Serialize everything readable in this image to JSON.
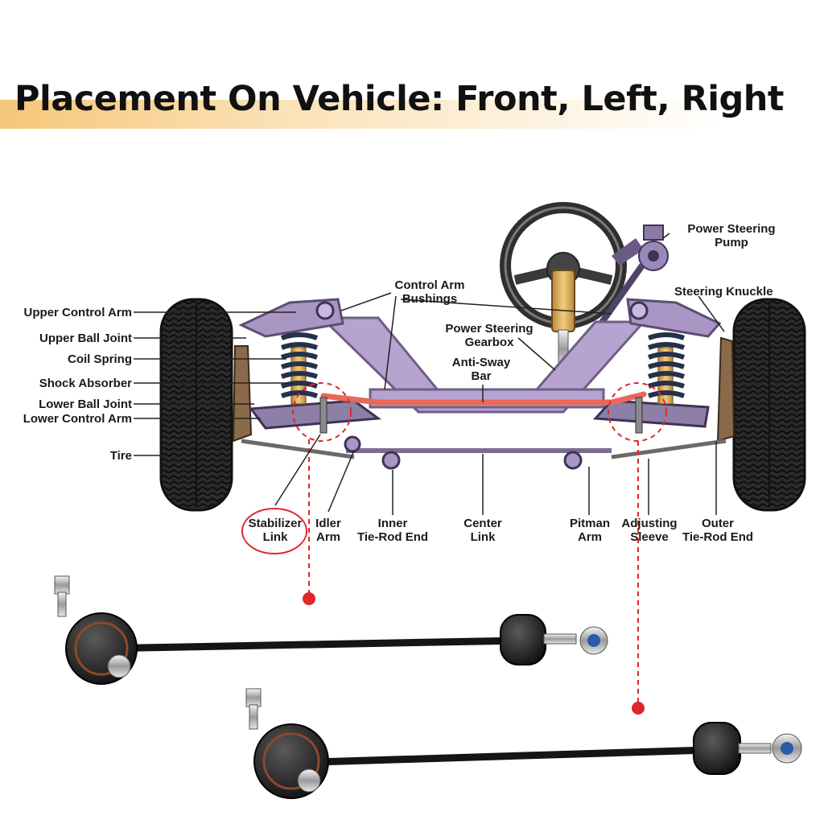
{
  "title": "Placement On Vehicle: Front, Left, Right",
  "colors": {
    "title_band": "#f6c77a",
    "frame": "#b6a3cf",
    "frame_outline": "#6e5f86",
    "sway_bar": "#e8685a",
    "callout": "#e0262a",
    "tire": "#2b2b2b",
    "link_rod": "#151515"
  },
  "labels": {
    "upper_control_arm": "Upper Control Arm",
    "upper_ball_joint": "Upper Ball Joint",
    "coil_spring": "Coil Spring",
    "shock_absorber": "Shock Absorber",
    "lower_ball_joint": "Lower Ball Joint",
    "lower_control_arm": "Lower Control Arm",
    "tire": "Tire",
    "control_arm_bushings": [
      "Control Arm",
      "Bushings"
    ],
    "power_steering_gearbox": [
      "Power Steering",
      "Gearbox"
    ],
    "anti_sway_bar": [
      "Anti-Sway",
      "Bar"
    ],
    "power_steering_pump": [
      "Power Steering",
      "Pump"
    ],
    "steering_knuckle": "Steering Knuckle",
    "stabilizer_link": [
      "Stabilizer",
      "Link"
    ],
    "idler_arm": [
      "Idler",
      "Arm"
    ],
    "inner_tie_rod_end": [
      "Inner",
      "Tie-Rod End"
    ],
    "center_link": [
      "Center",
      "Link"
    ],
    "pitman_arm": [
      "Pitman",
      "Arm"
    ],
    "adjusting_sleeve": [
      "Adjusting",
      "Sleeve"
    ],
    "outer_tie_rod_end": [
      "Outer",
      "Tie-Rod End"
    ]
  },
  "icons": {
    "steering_wheel": "steering-wheel-icon",
    "tire": "tire-icon",
    "coil_spring": "coil-spring-icon",
    "stabilizer_link_part": "stabilizer-link-icon"
  }
}
